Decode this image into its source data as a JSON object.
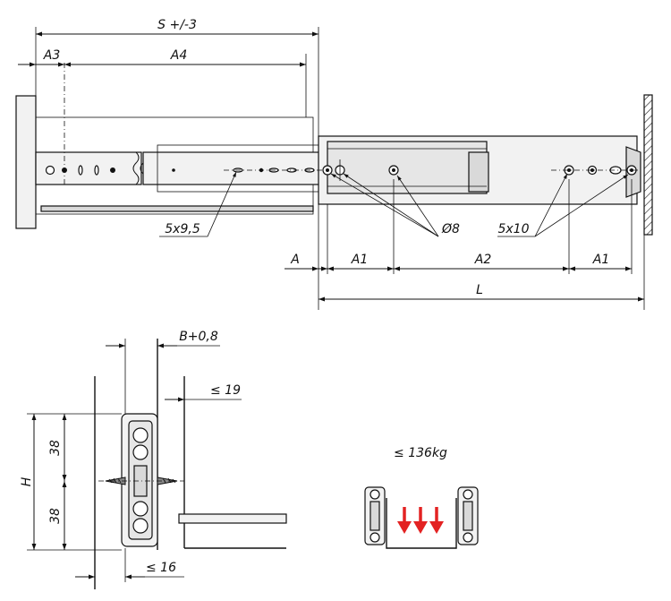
{
  "colors": {
    "line": "#111111",
    "rail_fill": "#f2f2f2",
    "rail_fill_dark": "#d9d9d9",
    "load_arrow": "#e32222"
  },
  "icons": {
    "load_arrow": "down-arrow-icon",
    "screw": "screw-icon"
  },
  "dimensions": {
    "s": "S +/-3",
    "a3": "A3",
    "a4": "A4",
    "slot_front": "5x9,5",
    "hole_dia": "Ø8",
    "slot_rear": "5x10",
    "a": "A",
    "a1_left": "A1",
    "a2": "A2",
    "a1_right": "A1",
    "l": "L",
    "b": "B+0,8",
    "max19": "≤ 19",
    "h": "H",
    "h38_top": "38",
    "h38_bottom": "38",
    "max16": "≤ 16"
  },
  "load": {
    "capacity": "≤ 136kg"
  }
}
